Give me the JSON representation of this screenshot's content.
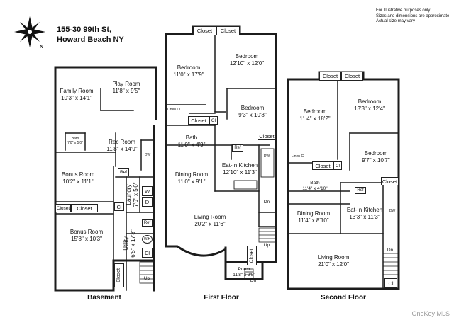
{
  "header": {
    "address_line1": "155-30 99th St,",
    "address_line2": "Howard Beach NY"
  },
  "disclaimer": [
    "For illustrative purposes only",
    "Sizes and dimensions are approximate",
    "Actual size may vary"
  ],
  "watermark": "OneKey MLS",
  "compass": {
    "icon": "compass-star-icon",
    "label": "N"
  },
  "floors": {
    "basement": {
      "title": "Basement",
      "rooms": [
        {
          "name": "Family Room",
          "dims": "10'3\" x 14'1\""
        },
        {
          "name": "Play Room",
          "dims": "11'8\" x 9'5\""
        },
        {
          "name": "Bath",
          "dims": "7'0\" x 5'0\""
        },
        {
          "name": "Rec Room",
          "dims": "11'8\" x 14'9\""
        },
        {
          "name": "Bonus Room",
          "dims": "10'2\" x 11'1\""
        },
        {
          "name": "Bonus Room",
          "dims": "15'8\" x 10'3\""
        },
        {
          "name": "Laundry",
          "dims": "7'6\" x 5'6\""
        },
        {
          "name": "Utility",
          "dims": "6'5\" x 17'8\""
        }
      ],
      "labels": {
        "closet": "Closet",
        "ref": "Ref",
        "cl": "Cl",
        "w": "W",
        "d": "D",
        "wh": "W.H",
        "up": "Up",
        "dw": "DW"
      }
    },
    "first": {
      "title": "First Floor",
      "rooms": [
        {
          "name": "Bedroom",
          "dims": "11'0\" x 17'9\""
        },
        {
          "name": "Bedroom",
          "dims": "12'10\" x 12'0\""
        },
        {
          "name": "Bedroom",
          "dims": "9'3\" x 10'8\""
        },
        {
          "name": "Bath",
          "dims": "11'0\" x 4'9\""
        },
        {
          "name": "Eat-In Kitchen",
          "dims": "12'10\" x 11'3\""
        },
        {
          "name": "Dining Room",
          "dims": "11'0\" x 9'1\""
        },
        {
          "name": "Living Room",
          "dims": "20'2\" x 11'6\""
        },
        {
          "name": "Porch",
          "dims": "11'8\" x 3'8\""
        }
      ],
      "labels": {
        "closet": "Closet",
        "ref": "Ref",
        "cl": "Cl",
        "dn": "Dn",
        "up": "Up",
        "dw": "DW",
        "linen": "Linen Cl"
      }
    },
    "second": {
      "title": "Second Floor",
      "rooms": [
        {
          "name": "Bedroom",
          "dims": "11'4\" x 18'2\""
        },
        {
          "name": "Bedroom",
          "dims": "13'3\" x 12'4\""
        },
        {
          "name": "Bedroom",
          "dims": "9'7\" x 10'7\""
        },
        {
          "name": "Bath",
          "dims": "11'4\" x 4'10\""
        },
        {
          "name": "Dining Room",
          "dims": "11'4\" x 8'10\""
        },
        {
          "name": "Eat-In Kitchen",
          "dims": "13'3\" x 11'3\""
        },
        {
          "name": "Living Room",
          "dims": "21'0\" x 12'0\""
        }
      ],
      "labels": {
        "closet": "Closet",
        "ref": "Ref",
        "cl": "Cl",
        "dn": "Dn",
        "dw": "DW",
        "linen": "Linen Cl"
      }
    }
  }
}
